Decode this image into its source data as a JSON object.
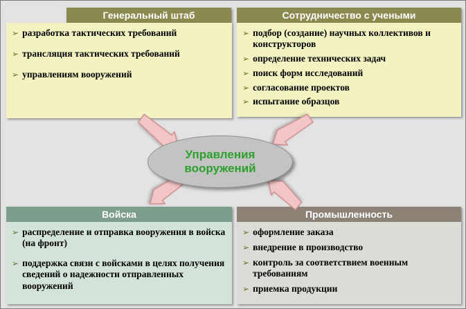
{
  "colors": {
    "slide_bg": "#e3e3e3",
    "slide_border": "#7a7a7a",
    "top_header_bg": "#8a8a4e",
    "top_body_bg": "#f3f3c2",
    "troops_header_bg": "#7d9d8d",
    "troops_body_bg": "#d3e3da",
    "industry_header_bg": "#8c8376",
    "industry_body_bg": "#dcdcd6",
    "ellipse_fill": "#c3c3c3",
    "ellipse_border": "#909090",
    "ellipse_text": "#2da12d",
    "arrow_fill": "#f2c6c6",
    "arrow_stroke": "#cf8f8f",
    "bullet_color": "#6e6e28",
    "header_text": "#ffffff",
    "item_text": "#000000"
  },
  "center": {
    "line1": "Управления",
    "line2": "вооружений"
  },
  "bullet_glyph": "➢",
  "boxes": {
    "general_staff": {
      "title": "Генеральный штаб",
      "items": [
        "разработка тактических требований",
        "трансляция тактических требований",
        "управлениям вооружений"
      ]
    },
    "scientists": {
      "title": "Сотрудничество  с учеными",
      "items": [
        "подбор (создание) научных коллективов и конструкторов",
        "определение технических задач",
        "поиск форм исследований",
        "согласование проектов",
        "испытание образцов"
      ]
    },
    "troops": {
      "title": "Войска",
      "items": [
        "распределение и отправка  вооружения в войска (на фронт)",
        "поддержка связи с войсками в целях получения  сведений о надежности отправленных вооружений"
      ]
    },
    "industry": {
      "title": "Промышленность",
      "items": [
        "оформление заказа",
        "внедрение в производство",
        "контроль за соответствием военным требованиям",
        "приемка продукции"
      ]
    }
  }
}
